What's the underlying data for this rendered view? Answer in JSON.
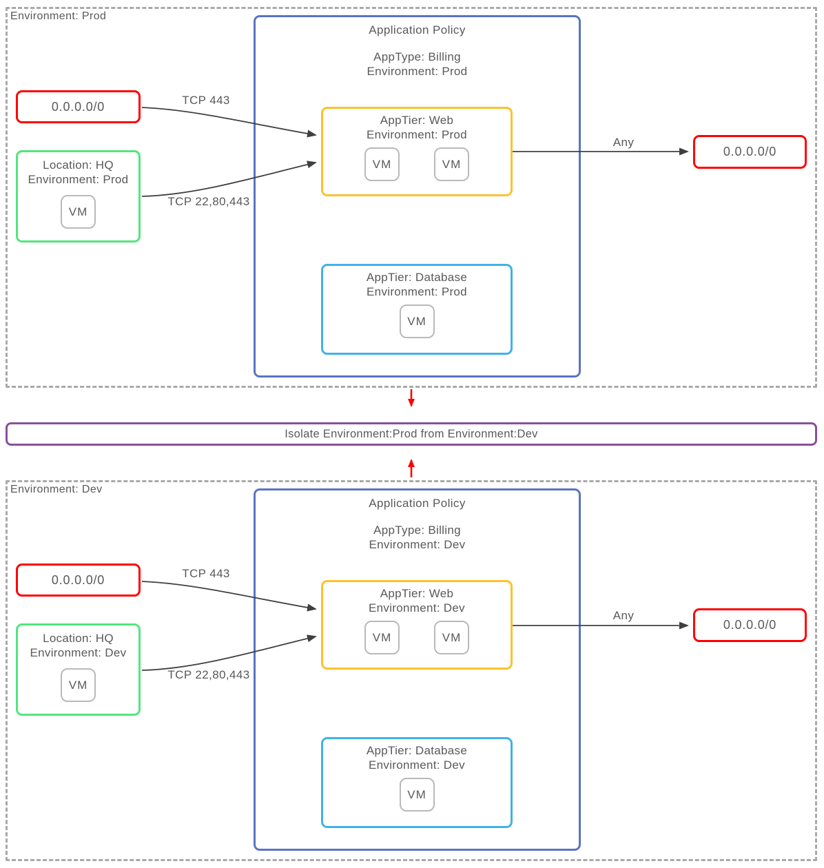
{
  "colors": {
    "red": "#ff0000",
    "green": "#53e57d",
    "yellow": "#fcc12d",
    "policy_blue": "#5a73c2",
    "db_blue": "#41b1e8",
    "vm_gray": "#b9b9b9",
    "dashed_gray": "#a9a9a9",
    "text": "#58595b",
    "arrow": "#3f3f3f",
    "iso_red": "#f90606",
    "purple": "#8a4f9c"
  },
  "vm_label": "VM",
  "isolation_banner": {
    "text": "Isolate Environment:Prod from Environment:Dev"
  },
  "sections": [
    {
      "label": "Environment: Prod",
      "external_source": "0.0.0.0/0",
      "external_destination": "0.0.0.0/0",
      "location_group": {
        "line1": "Location: HQ",
        "line2": "Environment: Prod",
        "vm_count": 1
      },
      "policy": {
        "title": "Application Policy",
        "app_type": "AppType: Billing",
        "environment": "Environment: Prod",
        "web_tier": {
          "line1": "AppTier: Web",
          "line2": "Environment: Prod",
          "vm_count": 2
        },
        "db_tier": {
          "line1": "AppTier: Database",
          "line2": "Environment: Prod",
          "vm_count": 1
        }
      },
      "edges": {
        "https_label": "TCP 443",
        "mgmt_label": "TCP 22,80,443",
        "outbound_label": "Any"
      }
    },
    {
      "label": "Environment: Dev",
      "external_source": "0.0.0.0/0",
      "external_destination": "0.0.0.0/0",
      "location_group": {
        "line1": "Location: HQ",
        "line2": "Environment: Dev",
        "vm_count": 1
      },
      "policy": {
        "title": "Application Policy",
        "app_type": "AppType: Billing",
        "environment": "Environment: Dev",
        "web_tier": {
          "line1": "AppTier: Web",
          "line2": "Environment: Dev",
          "vm_count": 2
        },
        "db_tier": {
          "line1": "AppTier: Database",
          "line2": "Environment: Dev",
          "vm_count": 1
        }
      },
      "edges": {
        "https_label": "TCP 443",
        "mgmt_label": "TCP 22,80,443",
        "outbound_label": "Any"
      }
    }
  ]
}
